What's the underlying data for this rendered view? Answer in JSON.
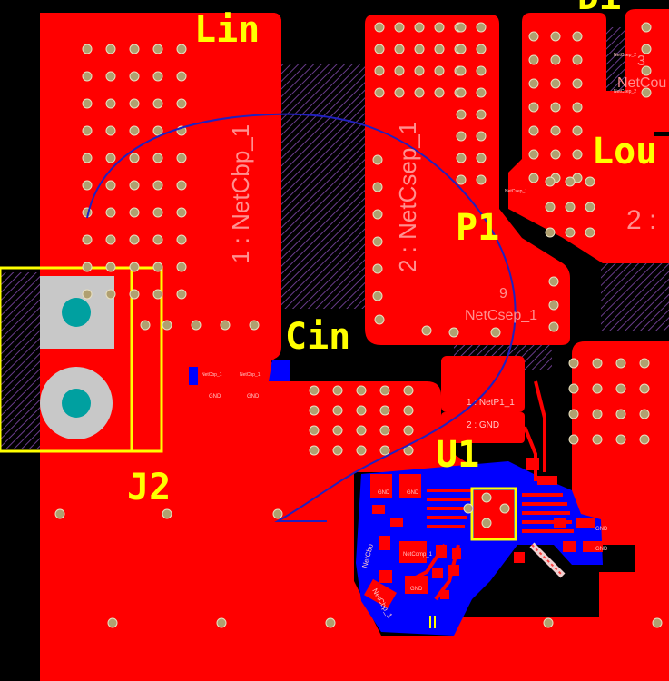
{
  "board": {
    "colors": {
      "background": "#000000",
      "copper_top": "#FF0000",
      "copper_bottom": "#0000FF",
      "silkscreen": "#FFFF00",
      "keepout_hatch": "#6A3C8C",
      "via": "#B0A070",
      "pad_gray": "#C8C8C8",
      "drill": "#00A0A0",
      "ratsnest": "#2020C0",
      "net_label_light": "#FF9090",
      "net_label_dim": "#FFC8C8"
    }
  },
  "silkscreen": {
    "lin": "Lin",
    "cin": "Cin",
    "j2": "J2",
    "u1": "U1",
    "p1": "P1",
    "lout": "Lou",
    "d_partial": "Di"
  },
  "net_labels": {
    "net_cbp_large": "1 : NetCbp_1",
    "net_csep_large": "2 : NetCsep_1",
    "net_csep_pad": "NetCsep_1",
    "pin9": "9",
    "net_cout_partial": "NetCou",
    "pin3": "3",
    "lout_pin2": "2 :",
    "gnd_pad": "2 : GND",
    "netp1_pad": "1 : NetP1_1",
    "tiny_gnd": "GND",
    "tiny_netcbp": "NetCbp_1",
    "tiny_netcsep": "NetCsep_1",
    "tiny_netcsep2": "NetCsep_2",
    "tiny_netcbp_rot": "NetCbp",
    "tiny_netcbp1_rot": "NetCbp_1",
    "tiny_netcomp": "NetComp_1"
  }
}
